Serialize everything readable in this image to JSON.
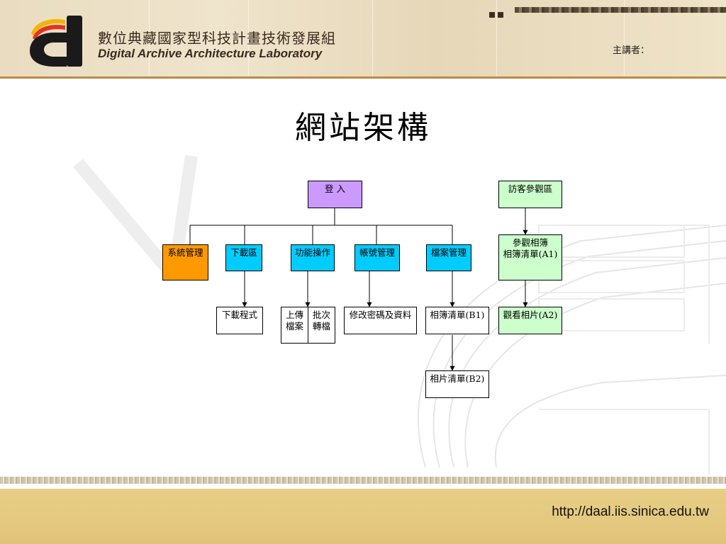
{
  "header": {
    "org_name_cn": "數位典藏國家型科技計畫技術發展組",
    "org_name_en": "Digital Archive Architecture Laboratory",
    "speaker_label": "主講者："
  },
  "title": "網站架構",
  "diagram": {
    "nodes": {
      "login": "登  入",
      "guest_area": "訪客參觀區",
      "system_admin": "系統管理",
      "download_area": "下載區",
      "functions": "功能操作",
      "account_admin": "帳號管理",
      "file_admin": "檔案管理",
      "view_albums": "參觀相簿\n相簿清單(A1)",
      "download_program": "下載程式",
      "upload_file": "上傳\n檔案",
      "batch_convert": "批次\n轉檔",
      "change_password": "修改密碼及資料",
      "album_list_b1": "相簿清單(B1)",
      "view_photos_a2": "觀看相片(A2)",
      "photo_list_b2": "相片清單(B2)"
    },
    "colors": {
      "purple": "#cc99ff",
      "orange": "#ff9900",
      "cyan": "#00ccff",
      "light_green": "#ccffcc",
      "white": "#ffffff"
    }
  },
  "footer": {
    "url": "http://daal.iis.sinica.edu.tw"
  }
}
